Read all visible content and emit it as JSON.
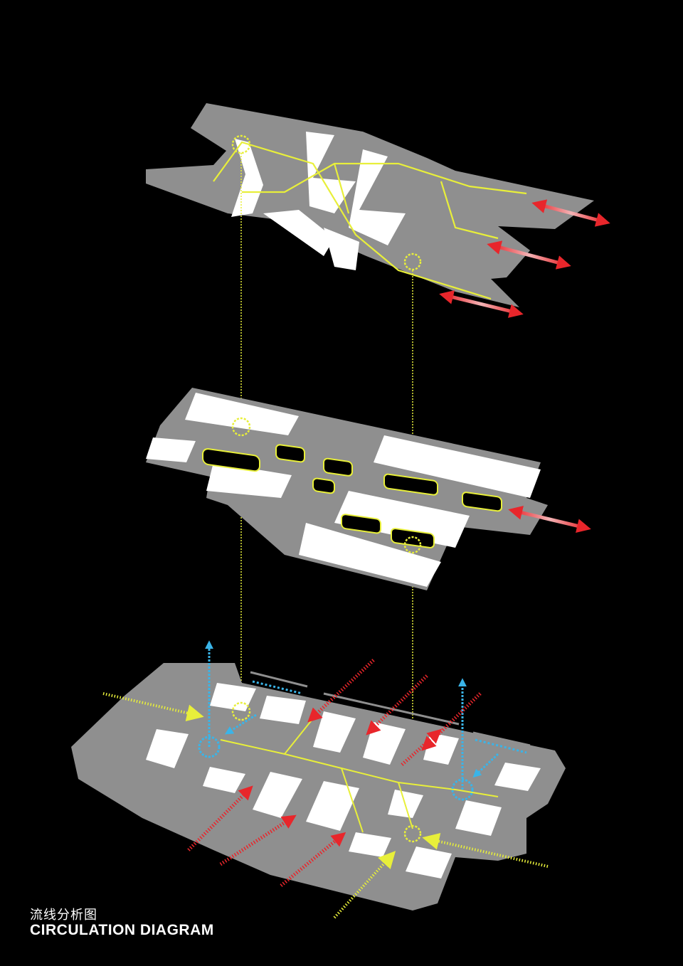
{
  "caption": {
    "title_cn": "流线分析图",
    "title_en": "CIRCULATION DIAGRAM"
  },
  "colors": {
    "background": "#000000",
    "slab": "#8f8f8f",
    "block": "#ffffff",
    "pedestrian_path": "#e8ef3a",
    "external_link": "#e8262b",
    "vertical_flow": "#3ab4e8"
  },
  "layers": [
    "upper-deck",
    "middle-deck",
    "ground-level"
  ]
}
